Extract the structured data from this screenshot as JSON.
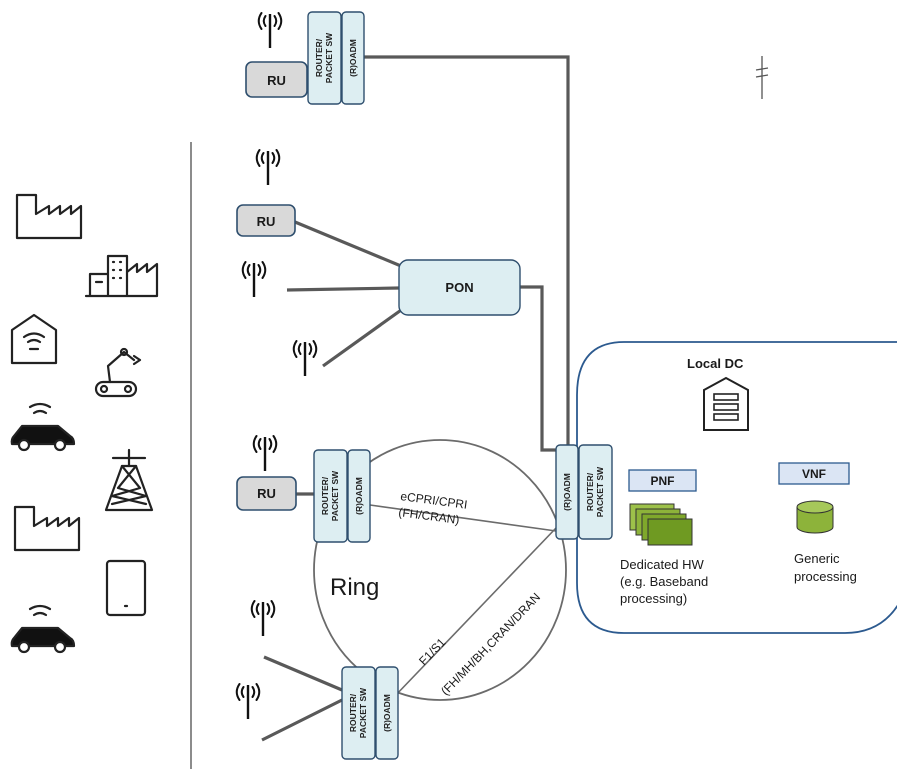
{
  "nodes": {
    "ru_top": "RU",
    "ru_mid": "RU",
    "ru_ring": "RU",
    "pon": "PON",
    "router_label_line1": "ROUTER/",
    "router_label_line2": "PACKET SW",
    "roadm_label": "(R)OADM"
  },
  "ring": {
    "label": "Ring",
    "link1_line1": "eCPRI/CPRI",
    "link1_line2": "(FH/CRAN)",
    "link2_line1": "F1/S1",
    "link2_line2": "(FH/MH/BH,CRAN/DRAN"
  },
  "local_dc": {
    "title": "Local DC",
    "pnf_label": "PNF",
    "vnf_label": "VNF",
    "pnf_desc_line1": "Dedicated HW",
    "pnf_desc_line2": "(e.g. Baseband",
    "pnf_desc_line3": "processing)",
    "vnf_desc_line1": "Generic",
    "vnf_desc_line2": "processing"
  },
  "colors": {
    "box_fill": "#ddeef2",
    "box_stroke": "#2f4f6e",
    "ru_fill": "#d9d9d9",
    "link": "#595959",
    "pnf_green": "#7fa82b",
    "vnf_green": "#8db33a",
    "nf_label_fill": "#dbe5f4"
  },
  "icons": [
    "factory-icon",
    "buildings-icon",
    "smart-home-icon",
    "robot-arm-icon",
    "connected-car-icon",
    "cell-tower-icon",
    "tablet-icon",
    "antenna-icon",
    "server-rack-icon",
    "stacked-chips-icon",
    "database-cylinder-icon"
  ]
}
